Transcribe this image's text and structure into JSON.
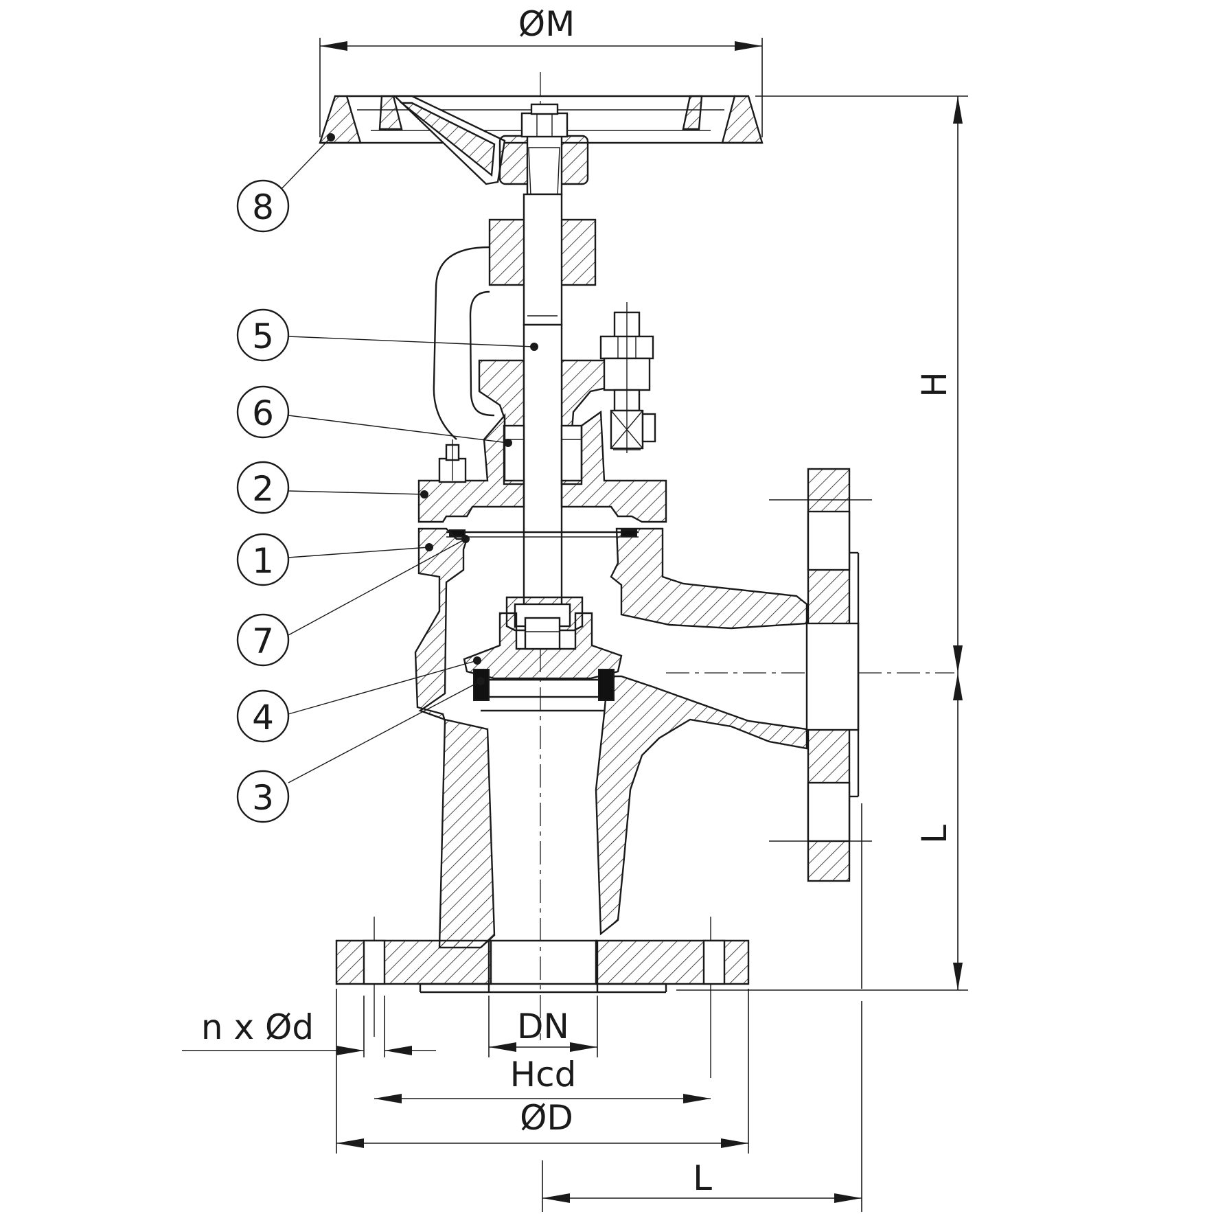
{
  "callouts": [
    {
      "id": "8",
      "label": "8"
    },
    {
      "id": "5",
      "label": "5"
    },
    {
      "id": "6",
      "label": "6"
    },
    {
      "id": "2",
      "label": "2"
    },
    {
      "id": "1",
      "label": "1"
    },
    {
      "id": "7",
      "label": "7"
    },
    {
      "id": "4",
      "label": "4"
    },
    {
      "id": "3",
      "label": "3"
    }
  ],
  "dimensions": {
    "handwheel_diameter": "ØM",
    "height": "H",
    "face_length_side": "L",
    "face_length_bottom": "L",
    "bolt_holes": "n x Ød",
    "nominal_diameter": "DN",
    "bolt_circle": "Hcd",
    "flange_diameter": "ØD"
  }
}
